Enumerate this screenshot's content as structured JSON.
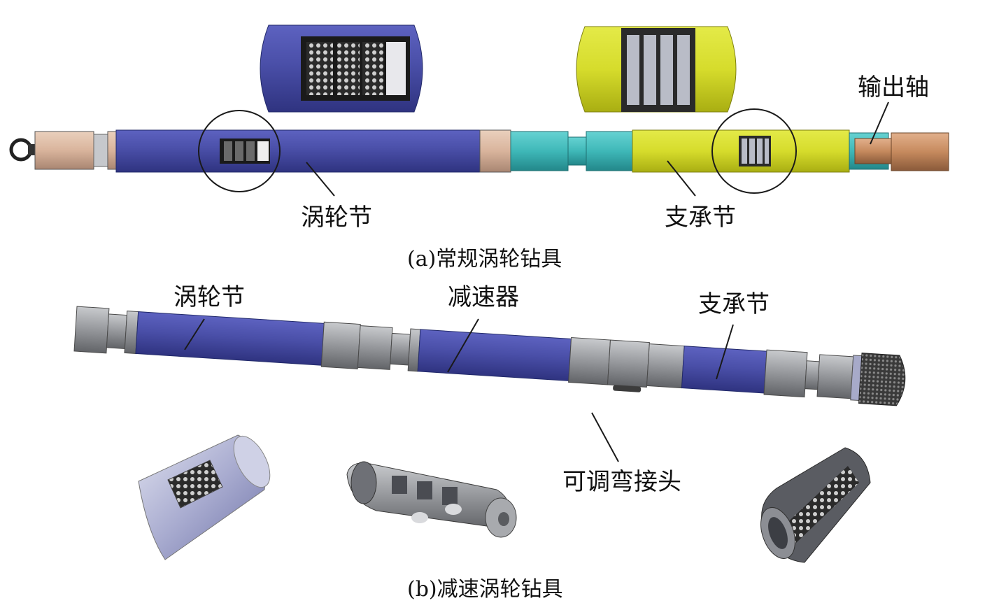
{
  "figure": {
    "part_a": {
      "caption": "(a)常规涡轮钻具",
      "labels": {
        "turbine": "涡轮节",
        "bearing": "支承节",
        "output_shaft": "输出轴"
      }
    },
    "part_b": {
      "caption": "(b)减速涡轮钻具",
      "labels": {
        "turbine": "涡轮节",
        "reducer": "减速器",
        "bearing": "支承节",
        "bent_sub": "可调弯接头"
      }
    }
  },
  "colors": {
    "turbine_blue": "#4a4fa8",
    "bearing_yellow": "#d6dc2c",
    "coupling_cyan": "#3fb8b8",
    "sleeve_tan": "#d9b49c",
    "metal_gray": "#9a9ca0",
    "leader_black": "#1a1a1a"
  },
  "icons": [
    "lifting-eye-icon",
    "turbine-stage-icon",
    "bearing-roller-icon",
    "drill-bit-icon",
    "reducer-gear-icon",
    "bearing-sleeve-icon"
  ]
}
